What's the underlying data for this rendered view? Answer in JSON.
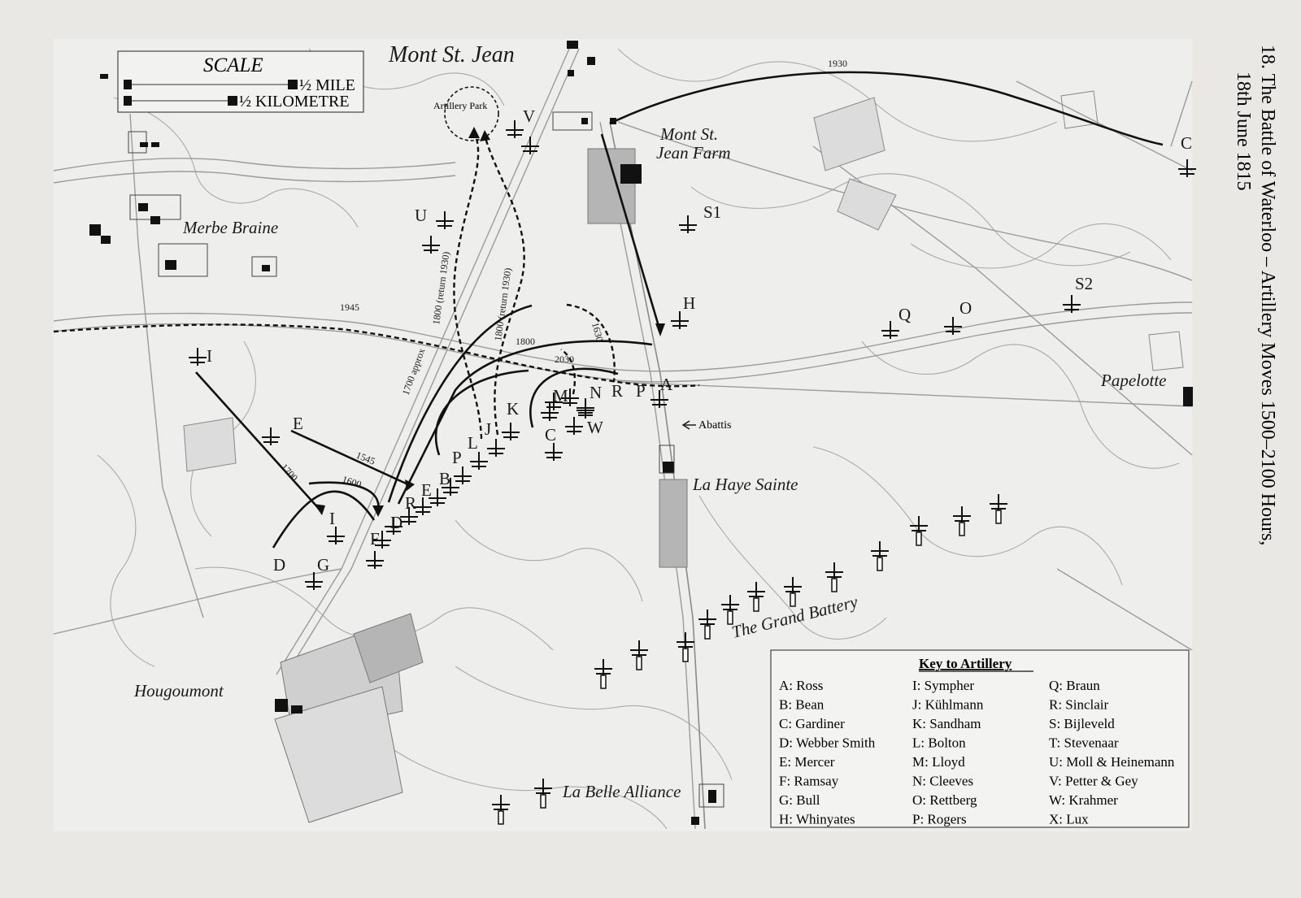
{
  "figure": {
    "title": "18. The Battle of Waterloo – Artillery Moves 1500–2100 Hours,",
    "title_line2": "18th June 1815"
  },
  "scale": {
    "heading": "SCALE",
    "mile": "½ MILE",
    "km": "½ KILOMETRE"
  },
  "places": {
    "mont_st_jean": "Mont St. Jean",
    "artillery_park": "Artillery Park",
    "mont_st_jean_farm_1": "Mont St.",
    "mont_st_jean_farm_2": "Jean Farm",
    "merbe_braine": "Merbe Braine",
    "papelotte": "Papelotte",
    "la_haye_sainte": "La Haye Sainte",
    "abattis": "Abattis",
    "grand_battery": "The Grand Battery",
    "hougoumont": "Hougoumont",
    "la_belle_alliance": "La Belle Alliance"
  },
  "times": {
    "t1930": "1930",
    "t1945": "1945",
    "t1800a": "1800 (return 1930)",
    "t1800b": "1800 (return 1930)",
    "t1800c": "1800",
    "t1630": "1630",
    "t2030": "2030",
    "t1700approx": "1700 approx",
    "t1545": "1545",
    "t1600": "1600",
    "t1700": "1700"
  },
  "batteries": {
    "V": "V",
    "U": "U",
    "S1": "S1",
    "S2": "S2",
    "H": "H",
    "Q": "Q",
    "O": "O",
    "C_east": "C",
    "I_west": "I",
    "E_west": "E",
    "M": "M",
    "N": "N",
    "R": "R",
    "P": "P",
    "A": "A",
    "K": "K",
    "W": "W",
    "J": "J",
    "L": "L",
    "C": "C",
    "P2": "P",
    "B": "B",
    "E": "E",
    "R2": "R",
    "D": "D",
    "I": "I",
    "F": "F",
    "D2": "D",
    "G": "G"
  },
  "key": {
    "heading": "Key to Artillery",
    "col1": [
      "A: Ross",
      "B: Bean",
      "C: Gardiner",
      "D: Webber Smith",
      "E: Mercer",
      "F: Ramsay",
      "G: Bull",
      "H: Whinyates"
    ],
    "col2": [
      "I: Sympher",
      "J: Kühlmann",
      "K: Sandham",
      "L: Bolton",
      "M: Lloyd",
      "N: Cleeves",
      "O: Rettberg",
      "P: Rogers"
    ],
    "col3": [
      "Q: Braun",
      "R: Sinclair",
      "S: Bijleveld",
      "T: Stevenaar",
      "U: Moll & Heinemann",
      "V: Petter & Gey",
      "W: Krahmer",
      "X: Lux"
    ]
  }
}
